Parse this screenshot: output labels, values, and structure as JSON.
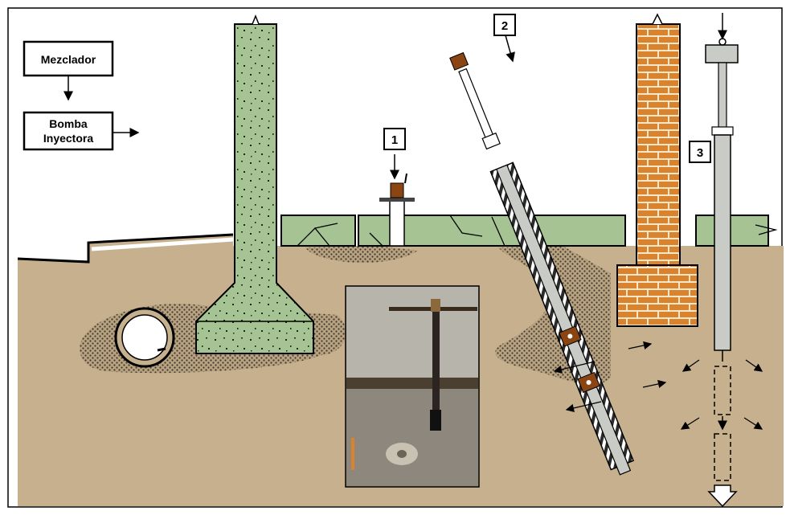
{
  "labels": {
    "mixer": "Mezclador",
    "pump_line1": "Bomba",
    "pump_line2": "Inyectora",
    "step1": "1",
    "step2": "2",
    "step3": "3"
  },
  "colors": {
    "soil": "#c7b08d",
    "concrete": "#a6c493",
    "brick": "#d9832f",
    "mortar": "#f5e7c8",
    "grout_stipple": "#3d3a33",
    "pipe": "#c9cbc6",
    "valve": "#8b4513",
    "outline": "#000000"
  },
  "icons": [
    "arrow-right-icon",
    "arrow-down-icon",
    "grout-injection-photo"
  ]
}
